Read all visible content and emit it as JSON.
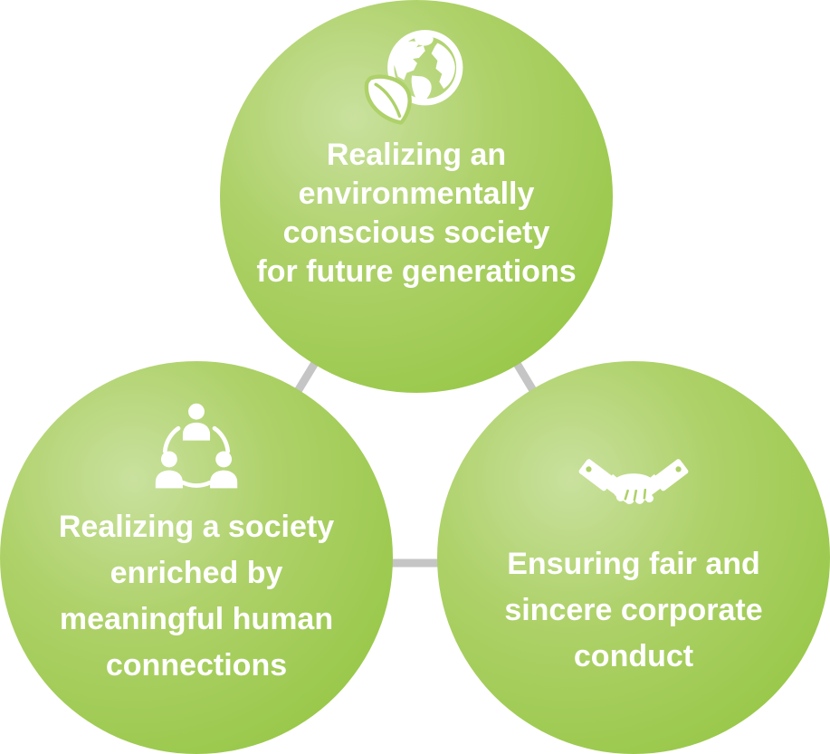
{
  "colors": {
    "circle-light": "#c9e19e",
    "circle-mid": "#aed169",
    "circle-edge": "#8fc43c",
    "connector": "#c5c5c5",
    "text": "#ffffff",
    "icon": "#ffffff"
  },
  "circles": [
    {
      "name": "environmental-society",
      "icon": "globe-leaf-icon",
      "label": "Realizing an environmentally conscious society for future generations",
      "lines": [
        "Realizing an",
        "environmentally",
        "conscious society",
        "for future generations"
      ]
    },
    {
      "name": "human-connections",
      "icon": "people-network-icon",
      "label": "Realizing a society enriched by meaningful human connections",
      "lines": [
        "Realizing a society",
        "enriched by",
        "meaningful human",
        "connections"
      ]
    },
    {
      "name": "corporate-conduct",
      "icon": "handshake-icon",
      "label": "Ensuring fair and sincere corporate conduct",
      "lines": [
        "Ensuring fair and",
        "sincere corporate",
        "conduct"
      ]
    }
  ]
}
